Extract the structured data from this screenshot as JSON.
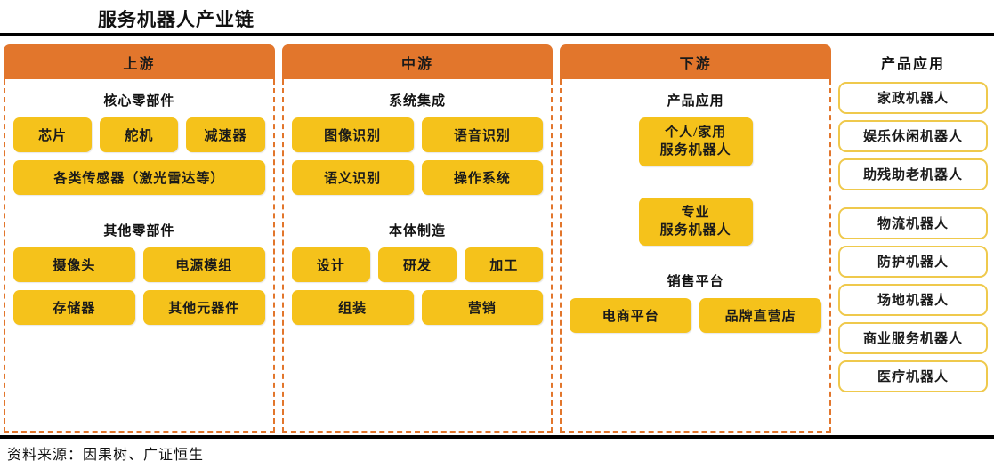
{
  "title": "服务机器人产业链",
  "source": "资料来源：因果树、广证恒生",
  "colors": {
    "header_orange": "#E2762C",
    "chip_yellow": "#F5C21B",
    "app_border": "#EFC94C",
    "rule_black": "#000000"
  },
  "chain": {
    "columns": [
      {
        "header": "上游",
        "groups": [
          {
            "title": "核心零部件",
            "rows": [
              [
                "芯片",
                "舵机",
                "减速器"
              ],
              [
                "各类传感器（激光雷达等）"
              ]
            ]
          },
          {
            "title": "其他零部件",
            "rows": [
              [
                "摄像头",
                "电源模组"
              ],
              [
                "存储器",
                "其他元器件"
              ]
            ]
          }
        ]
      },
      {
        "header": "中游",
        "groups": [
          {
            "title": "系统集成",
            "rows": [
              [
                "图像识别",
                "语音识别"
              ],
              [
                "语义识别",
                "操作系统"
              ]
            ]
          },
          {
            "title": "本体制造",
            "rows": [
              [
                "设计",
                "研发",
                "加工"
              ],
              [
                "组装",
                "营销"
              ]
            ]
          }
        ]
      },
      {
        "header": "下游",
        "groups": [
          {
            "title": "产品应用",
            "rows": [
              [
                "个人/家用\n服务机器人"
              ],
              [
                "专业\n服务机器人"
              ]
            ]
          },
          {
            "title": "销售平台",
            "rows": [
              [
                "电商平台",
                "品牌直营店"
              ]
            ]
          }
        ]
      }
    ]
  },
  "applications": {
    "title": "产品应用",
    "group_personal": [
      "家政机器人",
      "娱乐休闲机器人",
      "助残助老机器人"
    ],
    "group_professional": [
      "物流机器人",
      "防护机器人",
      "场地机器人",
      "商业服务机器人",
      "医疗机器人"
    ]
  }
}
